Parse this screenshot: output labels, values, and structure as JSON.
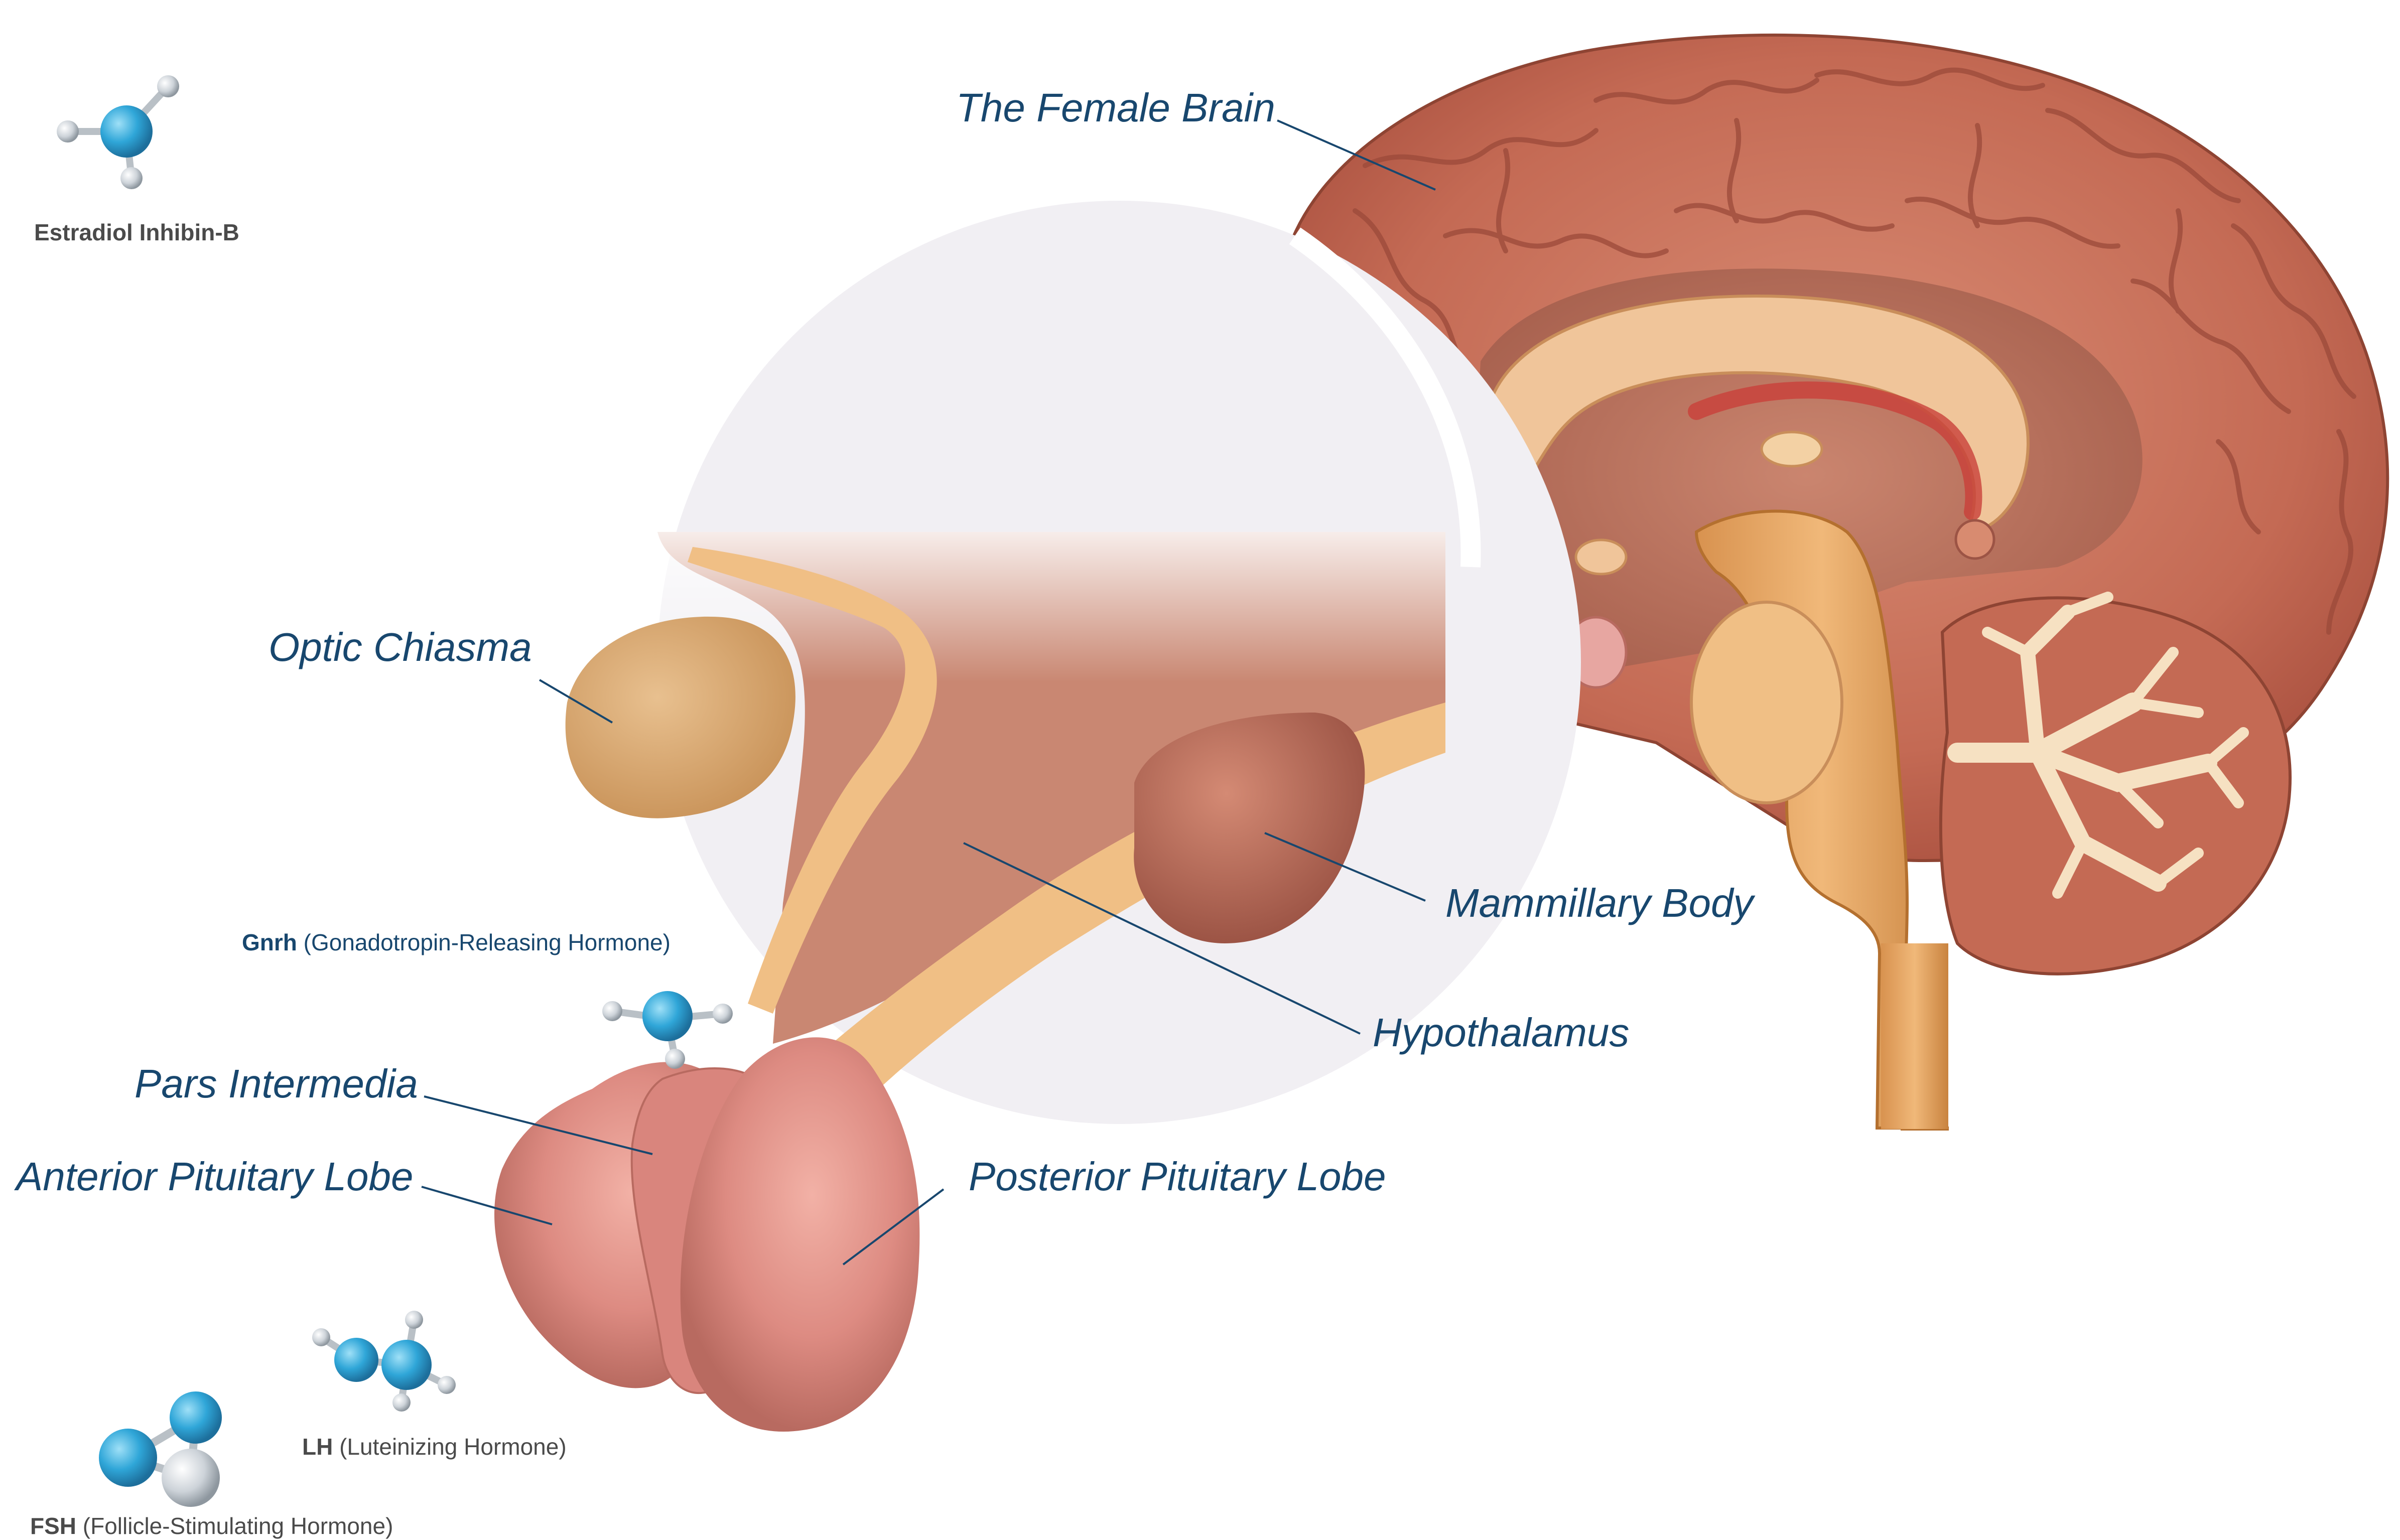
{
  "labels": {
    "female_brain": "The Female Brain",
    "optic_chiasma": "Optic Chiasma",
    "mammillary_body": "Mammillary Body",
    "hypothalamus": "Hypothalamus",
    "pars_intermedia": "Pars Intermedia",
    "anterior_pituitary": "Anterior Pituitary Lobe",
    "posterior_pituitary": "Posterior Pituitary Lobe"
  },
  "hormones": {
    "estradiol": {
      "abbr": "Estradiol Inhibin-B"
    },
    "gnrh": {
      "abbr": "Gnrh",
      "full": "(Gonadotropin-Releasing Hormone)"
    },
    "lh": {
      "abbr": "LH",
      "full": "(Luteinizing Hormone)"
    },
    "fsh": {
      "abbr": "FSH",
      "full": "(Follicle-Stimulating Hormone)"
    }
  },
  "colors": {
    "label": "#18476e",
    "leader_line": "#18476e",
    "molecule_blue": "#2fa6d8",
    "molecule_grey": "#c9cfd6",
    "cortex": "#c9735e",
    "pituitary": "#d98a84",
    "optic": "#dcae77"
  }
}
